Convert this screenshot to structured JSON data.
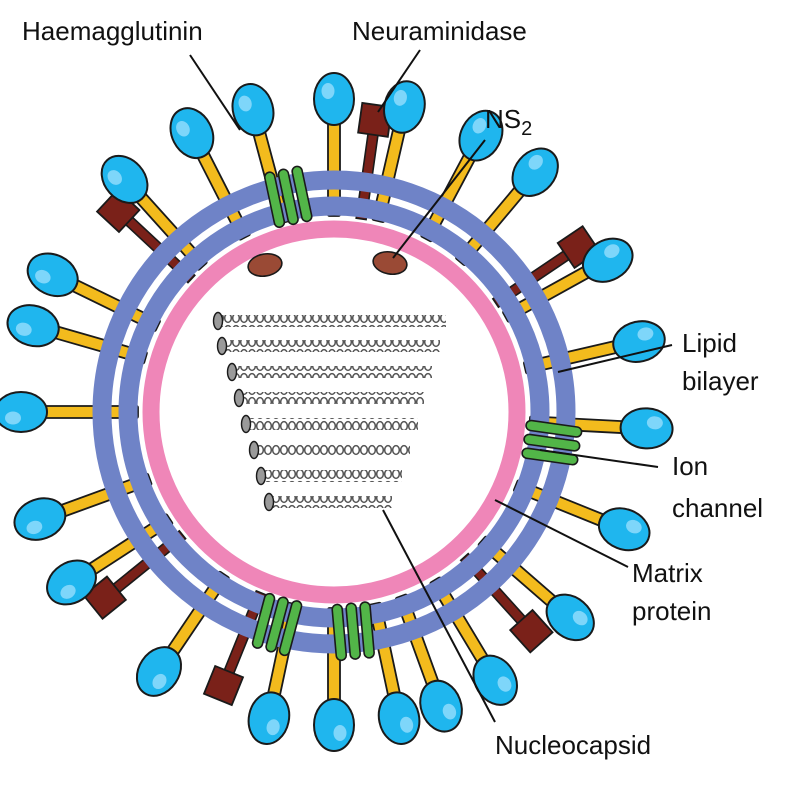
{
  "labels": {
    "haemagglutinin": "Haemagglutinin",
    "neuraminidase": "Neuraminidase",
    "ns2_main": "NS",
    "ns2_sub": "2",
    "lipid_1": "Lipid",
    "lipid_2": "bilayer",
    "ion_1": "Ion",
    "ion_2": "channel",
    "matrix_1": "Matrix",
    "matrix_2": "protein",
    "nucleocapsid": "Nucleocapsid"
  },
  "colors": {
    "lipid_bilayer": "#6f83c7",
    "matrix_protein": "#ef86b8",
    "haemagglutinin_stalk": "#f3bb1d",
    "haemagglutinin_head": "#1fb6ee",
    "neuraminidase": "#7a2119",
    "ion_channel": "#52b548",
    "ns2": "#9a4a35",
    "nucleocapsid_coil": "#555555",
    "nucleocapsid_cap": "#9a9a9a",
    "outline": "#1a1a1a"
  },
  "icons": {
    "haemagglutinin": "haemagglutinin-spike-icon",
    "neuraminidase": "neuraminidase-spike-icon",
    "ion_channel": "ion-channel-icon",
    "ns2": "ns2-protein-icon",
    "nucleocapsid": "nucleocapsid-coil-icon"
  }
}
